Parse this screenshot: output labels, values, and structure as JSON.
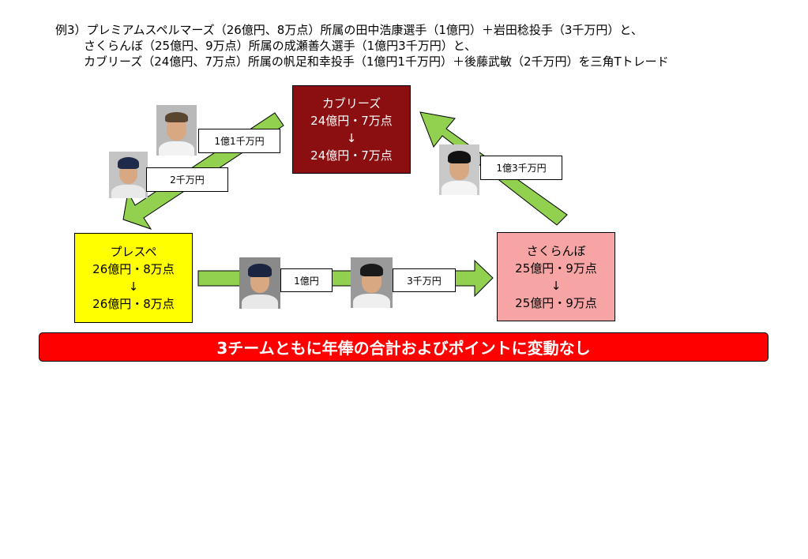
{
  "heading": {
    "line1": "例3）プレミアムスペルマーズ（26億円、8万点）所属の田中浩康選手（1億円）＋岩田稔投手（3千万円）と、",
    "line2": "さくらんぼ（25億円、9万点）所属の成瀬善久選手（1億円3千万円）と、",
    "line3": "カブリーズ（24億円、7万点）所属の帆足和幸投手（1億円1千万円）＋後藤武敏（2千万円）を三角Tトレード"
  },
  "teams": {
    "top": {
      "name": "カブリーズ",
      "before": "24億円・7万点",
      "arrow": "↓",
      "after": "24億円・7万点",
      "color": "#8b0e10"
    },
    "left": {
      "name": "プレスペ",
      "before": "26億円・8万点",
      "arrow": "↓",
      "after": "26億円・8万点",
      "color": "#ffff00"
    },
    "right": {
      "name": "さくらんぼ",
      "before": "25億円・9万点",
      "arrow": "↓",
      "after": "25億円・9万点",
      "color": "#f7a4a4"
    }
  },
  "trades": {
    "label1": "1億1千万円",
    "label2": "2千万円",
    "label3": "1億3千万円",
    "label4": "1億円",
    "label5": "3千万円"
  },
  "colors": {
    "arrow_fill": "#92d050",
    "banner": "#ff0000"
  },
  "banner": {
    "text": "3チームともに年俸の合計およびポイントに変動なし"
  }
}
